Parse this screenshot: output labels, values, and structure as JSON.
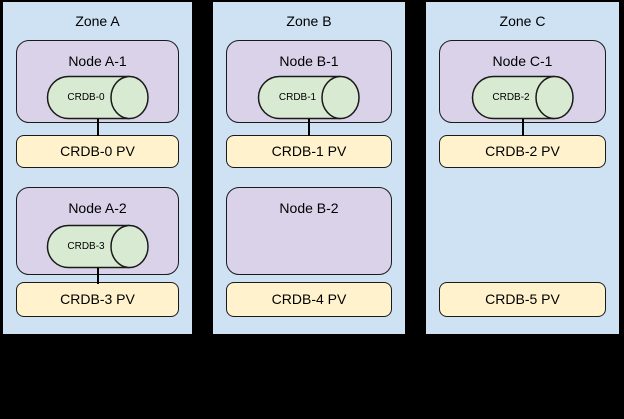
{
  "diagram": {
    "background": "#000000",
    "palette": {
      "zone_fill": "#cfe2f3",
      "zone_border": "#000000",
      "node_fill": "#d9d2e9",
      "node_border": "#1a1a1a",
      "pod_fill": "#d9ead3",
      "pod_border": "#1a1a1a",
      "pv_fill": "#fff2cc",
      "pv_border": "#1a1a1a",
      "text_color": "#000000",
      "connector_color": "#000000"
    },
    "zones": [
      {
        "label": "Zone A",
        "nodes": [
          {
            "label": "Node A-1",
            "pod": "CRDB-0",
            "pv": "CRDB-0 PV",
            "connected": true
          },
          {
            "label": "Node A-2",
            "pod": "CRDB-3",
            "pv": "CRDB-3 PV",
            "connected": true
          }
        ]
      },
      {
        "label": "Zone B",
        "nodes": [
          {
            "label": "Node B-1",
            "pod": "CRDB-1",
            "pv": "CRDB-1 PV",
            "connected": true
          },
          {
            "label": "Node B-2",
            "pod": null,
            "pv": "CRDB-4 PV",
            "connected": false
          }
        ]
      },
      {
        "label": "Zone C",
        "nodes": [
          {
            "label": "Node C-1",
            "pod": "CRDB-2",
            "pv": "CRDB-2 PV",
            "connected": true
          },
          {
            "label": null,
            "pod": null,
            "pv": "CRDB-5 PV",
            "connected": false
          }
        ]
      }
    ]
  }
}
